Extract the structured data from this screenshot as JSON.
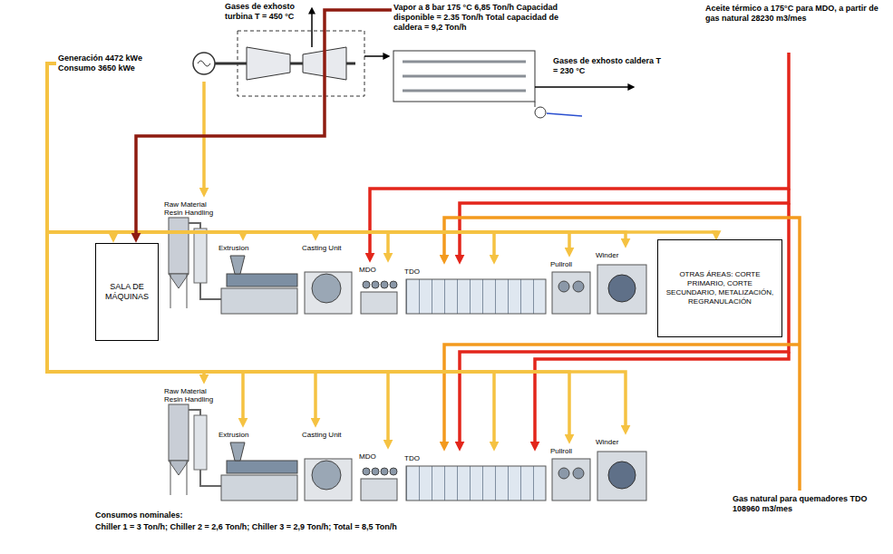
{
  "diagram": {
    "nodes": [
      {
        "text": [
          "Generación 4472 kWe Consumo 3650 kWe"
        ]
      },
      {
        "text": [
          "Vapor a 8 bar 175 °C 6,85 Ton/h Capacidad disponible = 2.35 Ton/h Total capacidad de caldera = 9,2 Ton/h"
        ]
      },
      {
        "text": [
          "SALA DE MÁQUINAS"
        ]
      },
      {
        "text": [
          "Raw Material",
          "Resin Handling"
        ]
      },
      {
        "text": [
          "Extrusion"
        ]
      },
      {
        "text": [
          "Casting Unit"
        ]
      },
      {
        "text": [
          "MDO"
        ]
      },
      {
        "text": [
          "TDO"
        ]
      },
      {
        "text": [
          "Pullroll"
        ]
      },
      {
        "text": [
          "Winder"
        ]
      },
      {
        "text": [
          "OTRAS ÁREAS: CORTE PRIMARIO, CORTE SECUNDARIO, METALIZACIÓN, REGRANULACIÓN"
        ]
      },
      {
        "text": [
          "Raw Material",
          "Resin Handling"
        ]
      },
      {
        "text": [
          "Extrusion"
        ]
      },
      {
        "text": [
          "Casting Unit"
        ]
      },
      {
        "text": [
          "MDO"
        ]
      },
      {
        "text": [
          "TDO"
        ]
      },
      {
        "text": [
          "Pullroll"
        ]
      },
      {
        "text": [
          "Winder"
        ]
      }
    ],
    "edges": [
      {
        "from": 0,
        "to": 2,
        "arrow": "to"
      },
      {
        "from": 0,
        "to": 3,
        "arrow": "to"
      },
      {
        "from": 0,
        "to": 4,
        "arrow": "to"
      },
      {
        "from": 0,
        "to": 5,
        "arrow": "to"
      },
      {
        "from": 0,
        "to": 6,
        "arrow": "to"
      },
      {
        "from": 0,
        "to": 7,
        "arrow": "to"
      },
      {
        "from": 0,
        "to": 8,
        "arrow": "to"
      },
      {
        "from": 0,
        "to": 9,
        "arrow": "to"
      },
      {
        "from": 0,
        "to": 10,
        "arrow": "to"
      },
      {
        "from": 1,
        "to": 2,
        "arrow": "to"
      },
      {
        "from": 0,
        "to": 11,
        "arrow": "to"
      },
      {
        "from": 0,
        "to": 12,
        "arrow": "to"
      },
      {
        "from": 0,
        "to": 13,
        "arrow": "to"
      },
      {
        "from": 0,
        "to": 14,
        "arrow": "to"
      },
      {
        "from": 0,
        "to": 15,
        "arrow": "to"
      },
      {
        "from": 0,
        "to": 16,
        "arrow": "to"
      },
      {
        "from": 0,
        "to": 17,
        "arrow": "to"
      }
    ],
    "labels": [
      "Gases de exhosto turbina T = 450 °C",
      "Aceite térmico a 175°C para MDO, a partir de gas natural 28230 m3/mes",
      "Gases de exhosto caldera T = 230 °C",
      "Gas natural para quemadores TDO 108960 m3/mes",
      "Consumos nominales:",
      "Chiller 1 = 3 Ton/h; Chiller 2 = 2,6 Ton/h; Chiller 3 = 2,9 Ton/h; Total = 8,5 Ton/h"
    ]
  }
}
